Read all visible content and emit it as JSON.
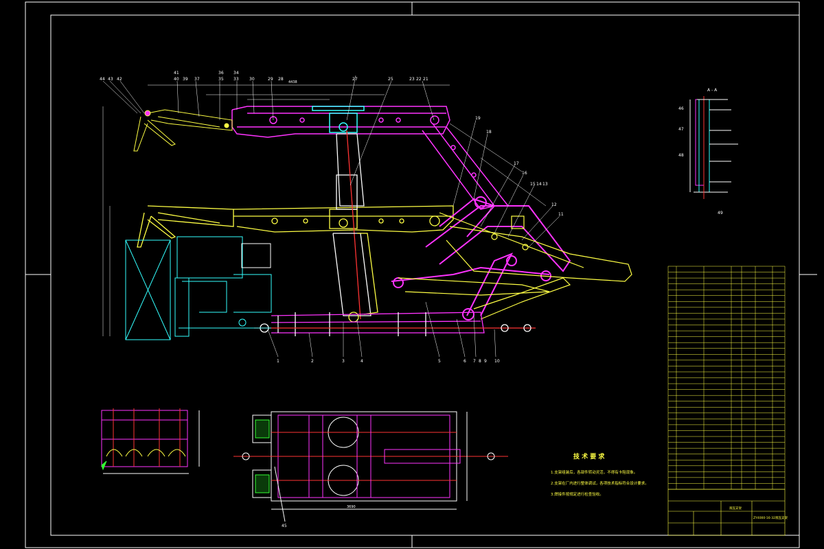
{
  "colors": {
    "background": "#000000",
    "frame": "#ffffff",
    "yellow": "#ffff44",
    "magenta": "#ff33ff",
    "cyan": "#33ffff",
    "red": "#ff3333",
    "green": "#33ff33",
    "white": "#ffffff"
  },
  "callouts": {
    "top": [
      "44",
      "43",
      "42",
      "41",
      "40",
      "39",
      "37",
      "36",
      "35",
      "34",
      "33",
      "30",
      "29",
      "28",
      "27",
      "25",
      "23",
      "22",
      "21"
    ],
    "right": [
      "19",
      "18",
      "17",
      "16",
      "15",
      "14",
      "13",
      "12",
      "11"
    ],
    "bottom": [
      "1",
      "2",
      "3",
      "4",
      "5",
      "6",
      "7",
      "8",
      "9",
      "10"
    ],
    "section": [
      "46",
      "47",
      "48",
      "49"
    ],
    "plan": [
      "45"
    ]
  },
  "section_title": "A - A",
  "notes": {
    "title": "技 术 要 求",
    "items": [
      "1.支架组装后，各部件转动灵活，不得有卡阻现象。",
      "2.支架在厂内进行整体调试，各项技术指标符合设计要求。",
      "3.焊接件按规定进行检查验收。"
    ]
  },
  "parts_table": {
    "rows": 38
  },
  "title_block": {
    "drawing_number": "ZY4000-16-32液压支架",
    "name": "液压支架"
  },
  "dimensions": {
    "top": "4438",
    "plan_width": "3690"
  }
}
